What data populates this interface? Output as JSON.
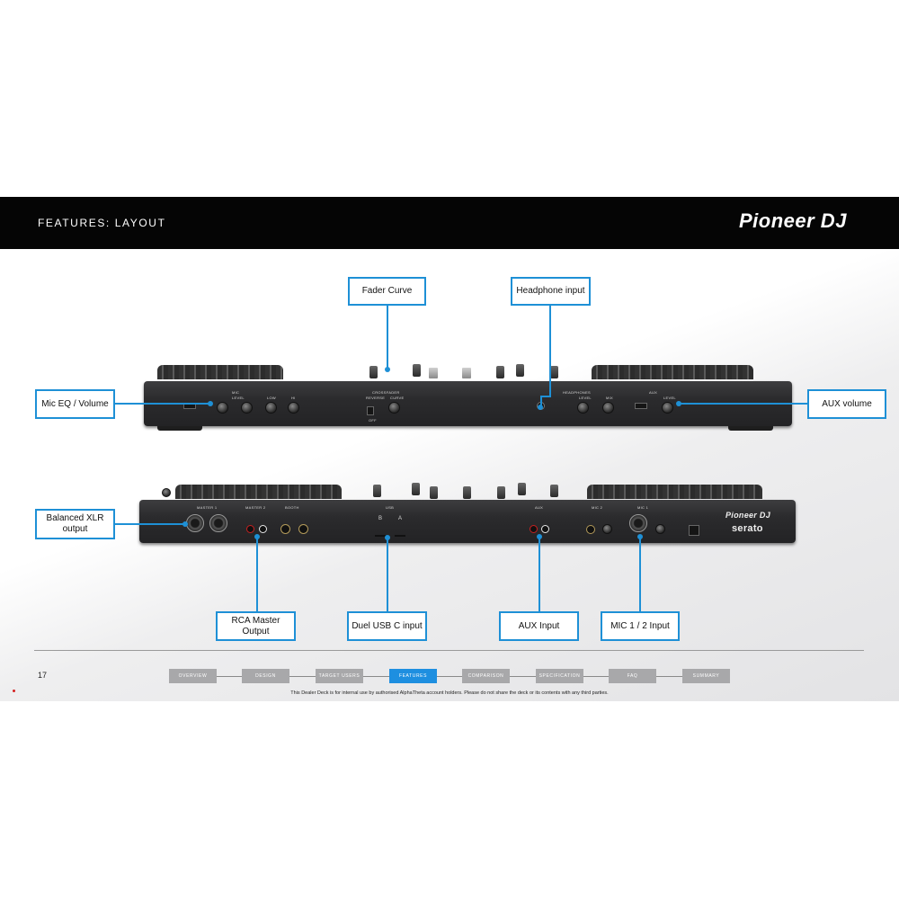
{
  "header": {
    "title": "FEATURES: LAYOUT",
    "brand": "Pioneer DJ"
  },
  "callouts": {
    "fader_curve": "Fader Curve",
    "headphone_input": "Headphone input",
    "mic_eq_volume": "Mic EQ / Volume",
    "aux_volume": "AUX volume",
    "balanced_xlr_output": "Balanced XLR output",
    "rca_master_output": "RCA Master Output",
    "duel_usb_c_input": "Duel USB C input",
    "aux_input": "AUX Input",
    "mic_1_2_input": "MIC 1 / 2 Input"
  },
  "front_panel": {
    "labels": {
      "mic": "MIC",
      "crossfader": "CROSSFADER",
      "headphones": "HEADPHONES",
      "aux": "AUX",
      "level": "LEVEL",
      "low": "LOW",
      "hi": "HI",
      "reverse": "REVERSE",
      "curve": "CURVE",
      "mix": "MIX",
      "off": "OFF"
    }
  },
  "rear_panel": {
    "labels": {
      "master1": "MASTER 1",
      "master2": "MASTER 2",
      "booth": "BOOTH",
      "usb": "USB",
      "usb_b": "B",
      "usb_a": "A",
      "aux": "AUX",
      "mic2": "MIC 2",
      "mic1": "MIC 1",
      "brand": "Pioneer DJ",
      "serato": "serato"
    }
  },
  "footer": {
    "page_number": "17",
    "nav_tabs": [
      "OVERVIEW",
      "DESIGN",
      "TARGET USERS",
      "FEATURES",
      "COMPARISON",
      "SPECIFICATION",
      "FAQ",
      "SUMMARY"
    ],
    "active_tab": "FEATURES",
    "disclaimer": "This Dealer Deck is for internal use by authorised AlphaTheta account holders. Please do not share the deck or its contents with any third parties."
  },
  "colors": {
    "accent": "#1e90d6",
    "header_bg": "#050505",
    "nav_inactive": "#a8a8aa",
    "nav_active": "#1e8fe0"
  }
}
